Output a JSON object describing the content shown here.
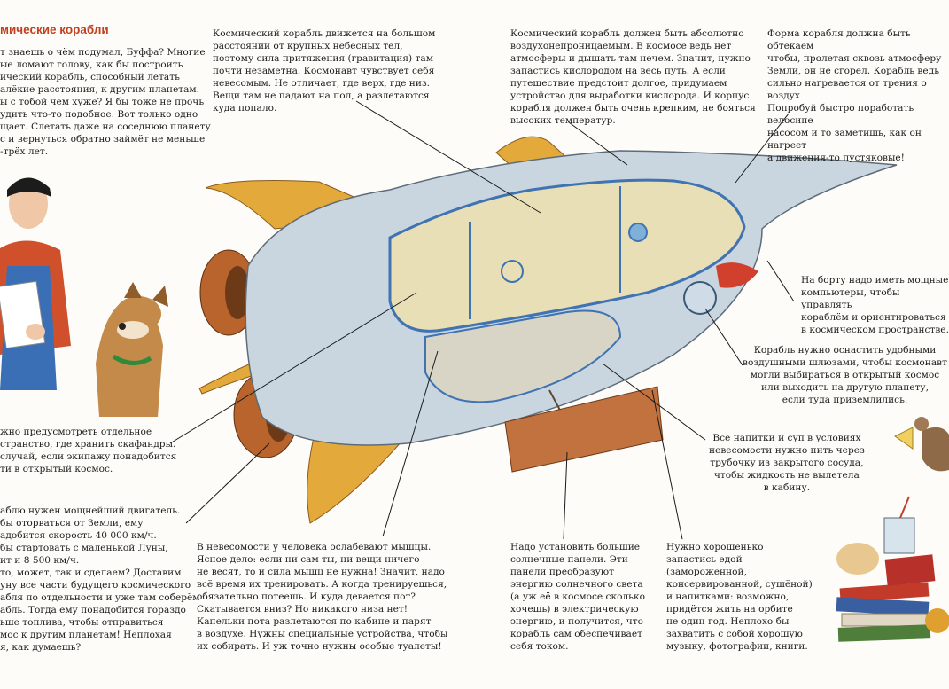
{
  "page": {
    "heading": "мические корабли",
    "blocks": {
      "intro": "т знаешь о чём подумал, Буффа? Многие\nые ломают голову, как бы построить\nический корабль, способный летать\nалёкие расстояния, к другим планетам.\nы с тобой чем хуже? Я бы тоже не прочь\nудить что-то подобное. Вот только одно\nщает. Слетать даже на соседнюю планету\nс и вернуться обратно займёт не меньше\n-трёх лет.",
      "weightless_motion": "Космический корабль движется на большом\nрасстоянии от крупных небесных тел,\nпоэтому сила притяжения (гравитация) там\nпочти незаметна. Космонавт чувствует себя\nневесомым. Не отличает, где верх, где низ.\nВещи там не падают на пол, а разлетаются\nкуда попало.",
      "airtight": "Космический корабль должен быть абсолютно\nвоздухонепроницаемым. В космосе ведь нет\nатмосферы и дышать там нечем. Значит, нужно\nзапастись кислородом на весь путь. А если\nпутешествие предстоит долгое, придумаем\nустройство для выработки кислорода. И корпус\nкорабля должен быть очень крепким, не бояться\nвысоких температур.",
      "shape": "Форма корабля должна быть обтекаем\nчтобы, пролетая сквозь атмосферу\nЗемли, он не сгорел. Корабль ведь\nсильно нагревается от трения о воздух\nПопробуй быстро поработать велосипе\nнасосом и то заметишь, как он нагреет\nа движения-то пустяковые!",
      "computers": "На борту надо иметь мощные\nкомпьютеры, чтобы управлять\nкораблём и ориентироваться\nв космическом пространстве.",
      "airlocks": "Корабль нужно оснастить удобными\nвоздушными шлюзами, чтобы космонавт\nмогли выбираться в открытый космос\nили выходить на другую планету,\nесли туда приземлились.",
      "drinks": "Все напитки и суп в условиях\nневесомости нужно пить через\nтрубочку из закрытого сосуда,\nчтобы жидкость не вылетела\nв кабину.",
      "suits": "жно предусмотреть отдельное\nстранство, где хранить скафандры.\nслучай, если экипажу понадобится\nти в открытый космос.",
      "engine": "аблю нужен мощнейший двигатель.\nбы оторваться от Земли, ему\nадобится скорость 40 000 км/ч.\nбы стартовать с маленькой Луны,\nит и 8 500 км/ч.\nто, может, так и сделаем? Доставим\nуну все части будущего космического\nабля по отдельности и уже там соберём\nабль. Тогда ему понадобится гораздо\nьше топлива, чтобы отправиться\nмос к другим планетам! Неплохая\nя, как думаешь?",
      "muscles": "В невесомости у человека ослабевают мышцы.\nЯсное дело: если ни сам ты, ни вещи ничего\nне весят, то и сила мышц не нужна! Значит, надо\nвсё время их тренировать. А когда тренируешься,\nобязательно потеешь. И куда девается пот?\nСкатывается вниз? Но никакого низа нет!\nКапельки пота разлетаются по кабине и парят\nв воздухе. Нужны специальные устройства, чтобы\nих собирать. И уж точно нужны особые туалеты!",
      "solar": "Надо установить большие\nсолнечные панели. Эти\nпанели преобразуют\nэнергию солнечного света\n(а уж её в космосе сколько\nхочешь) в электрическую\nэнергию, и получится, что\nкорабль сам обеспечивает\nсебя током.",
      "food": "Нужно хорошенько\nзапастись едой\n(замороженной,\nконсервированной, сушёной)\nи напитками: возможно,\nпридётся жить на орбите\nне один год. Неплохо бы\nзахватить с собой хорошую\nмузыку, фотографии, книги."
    }
  },
  "art": {
    "rocket_hull": "#c9d6e0",
    "rocket_fins": "#e3a93a",
    "engine_rust": "#b8642c",
    "interior_wall": "#e9dfb7",
    "interior_blue": "#3f73b2",
    "solar_panel": "#c2723f",
    "person_shirt": "#d0502c",
    "person_overalls": "#3a6fb6",
    "dog_fur": "#c48a4a"
  }
}
